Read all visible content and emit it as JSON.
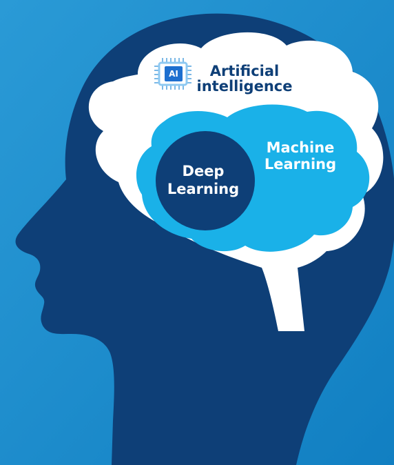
{
  "labels": {
    "ai_line1": "Artificial",
    "ai_line2": "intelligence",
    "ml_line1": "Machine",
    "ml_line2": "Learning",
    "dl_line1": "Deep",
    "dl_line2": "Learning",
    "chip": "AI"
  },
  "icons": {
    "chip": "ai-chip-icon"
  },
  "colors": {
    "background": "#1d8dcc",
    "head": "#0e3f77",
    "cloud": "#ffffff",
    "machine_learning": "#1ab1e8",
    "deep_learning": "#0e3f77",
    "ai_text": "#0e3f77",
    "ml_text": "#ffffff",
    "dl_text": "#ffffff",
    "chip_body": "#1d6fcf"
  }
}
